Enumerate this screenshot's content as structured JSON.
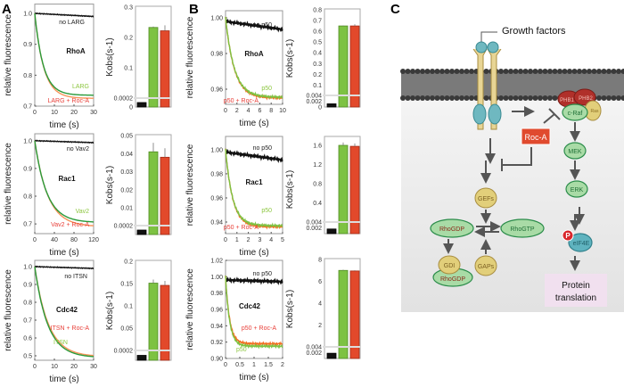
{
  "panel_labels": [
    "A",
    "B",
    "C"
  ],
  "colors": {
    "black": "#111111",
    "green": "#7dc242",
    "green_line": "#2a9a3a",
    "red": "#e2492b",
    "orange": "#f7945a",
    "roc_box": "#e04a2e"
  },
  "chart_data": [
    {
      "id": "A-RhoA-trace",
      "type": "line",
      "panel": "A",
      "title": "RhoA",
      "xlabel": "time (s)",
      "ylabel": "relative fluorescence",
      "xlim": [
        0,
        30
      ],
      "ylim": [
        0.7,
        1.03
      ],
      "xticks": [
        "0",
        "10",
        "20",
        "30"
      ],
      "yticks": [
        "0.7",
        "0.8",
        "0.9",
        "1.0"
      ],
      "xtickvals": [
        0,
        10,
        20,
        30
      ],
      "ytickvals": [
        0.7,
        0.8,
        0.9,
        1.0
      ],
      "series": [
        {
          "name": "no LARG",
          "color": "#111111",
          "start": 1.0,
          "end": 0.99,
          "k": 0,
          "label_color": "#222222"
        },
        {
          "name": "LARG",
          "color": "#2a9a3a",
          "start": 1.0,
          "end": 0.735,
          "k": 0.23,
          "label_color": "#8cc63f"
        },
        {
          "name": "LARG + Roc-A",
          "color": "#f7945a",
          "start": 1.0,
          "end": 0.725,
          "k": 0.22,
          "label_color": "#e8403a"
        }
      ]
    },
    {
      "id": "A-RhoA-kobs",
      "type": "bar",
      "panel": "A",
      "ylabel": "Kobs(s-1)",
      "yticks": [
        "0",
        "0.0002",
        "0.1",
        "0.2",
        "0.3"
      ],
      "break": 0.0002,
      "top": 0.3,
      "upper_ticks": [
        0.1,
        0.2,
        0.3
      ],
      "categories": [
        "none",
        "LARG",
        "LARG + Roc-A"
      ],
      "values": [
        0.0001,
        0.233,
        0.222
      ],
      "errors": [
        0,
        0.003,
        0.018
      ]
    },
    {
      "id": "A-Rac1-trace",
      "type": "line",
      "panel": "A",
      "title": "Rac1",
      "xlabel": "time (s)",
      "ylabel": "relative fluorescence",
      "xlim": [
        0,
        120
      ],
      "ylim": [
        0.665,
        1.025
      ],
      "xticks": [
        "0",
        "40",
        "80",
        "120"
      ],
      "xtickvals": [
        0,
        40,
        80,
        120
      ],
      "yticks": [
        "0.7",
        "0.8",
        "0.9",
        "1.0"
      ],
      "ytickvals": [
        0.7,
        0.8,
        0.9,
        1.0
      ],
      "series": [
        {
          "name": "no Vav2",
          "color": "#111111",
          "start": 1.0,
          "end": 0.993,
          "k": 0,
          "label_color": "#222222"
        },
        {
          "name": "Vav2",
          "color": "#2a9a3a",
          "start": 1.0,
          "end": 0.705,
          "k": 0.041,
          "label_color": "#8cc63f"
        },
        {
          "name": "Vav2 + Roc-A",
          "color": "#f7945a",
          "start": 1.0,
          "end": 0.69,
          "k": 0.038,
          "label_color": "#e8403a"
        }
      ]
    },
    {
      "id": "A-Rac1-kobs",
      "type": "bar",
      "panel": "A",
      "ylabel": "Kobs(s-1)",
      "yticks": [
        "0.0002",
        "0.01",
        "0.02",
        "0.03",
        "0.04",
        "0.05"
      ],
      "break": 0.0002,
      "top": 0.05,
      "upper_ticks": [
        0.01,
        0.02,
        0.03,
        0.04,
        0.05
      ],
      "categories": [
        "none",
        "Vav2",
        "Vav2 + Roc-A"
      ],
      "values": [
        0.0001,
        0.041,
        0.038
      ],
      "errors": [
        0,
        0.005,
        0.005
      ]
    },
    {
      "id": "A-Cdc42-trace",
      "type": "line",
      "panel": "A",
      "title": "Cdc42",
      "xlabel": "time (s)",
      "ylabel": "relative fluorescence",
      "xlim": [
        0,
        30
      ],
      "ylim": [
        0.475,
        1.035
      ],
      "xticks": [
        "0",
        "10",
        "20",
        "30"
      ],
      "xtickvals": [
        0,
        10,
        20,
        30
      ],
      "yticks": [
        "0.5",
        "0.6",
        "0.7",
        "0.8",
        "0.9",
        "1.0"
      ],
      "ytickvals": [
        0.5,
        0.6,
        0.7,
        0.8,
        0.9,
        1.0
      ],
      "series": [
        {
          "name": "no ITSN",
          "color": "#111111",
          "start": 1.0,
          "end": 0.99,
          "k": 0,
          "label_color": "#222222"
        },
        {
          "name": "ITSN",
          "color": "#2a9a3a",
          "start": 1.0,
          "end": 0.49,
          "k": 0.152,
          "label_color": "#8cc63f"
        },
        {
          "name": "ITSN + Roc-A",
          "color": "#f7945a",
          "start": 1.0,
          "end": 0.495,
          "k": 0.146,
          "label_color": "#e8403a"
        }
      ]
    },
    {
      "id": "A-Cdc42-kobs",
      "type": "bar",
      "panel": "A",
      "ylabel": "Kobs(s-1)",
      "yticks": [
        "0.0002",
        "0.05",
        "0.1",
        "0.15",
        "0.2"
      ],
      "break": 0.0002,
      "top": 0.2,
      "upper_ticks": [
        0.05,
        0.1,
        0.15,
        0.2
      ],
      "categories": [
        "none",
        "ITSN",
        "ITSN + Roc-A"
      ],
      "values": [
        0.0001,
        0.151,
        0.146
      ],
      "errors": [
        0,
        0.008,
        0.01
      ]
    },
    {
      "id": "B-RhoA-trace",
      "type": "line",
      "panel": "B",
      "title": "RhoA",
      "xlabel": "time (s)",
      "ylabel": "relative fluorescence",
      "xlim": [
        0,
        10
      ],
      "ylim": [
        0.9515,
        1.004
      ],
      "xticks": [
        "0",
        "2",
        "4",
        "6",
        "8",
        "10"
      ],
      "xtickvals": [
        0,
        2,
        4,
        6,
        8,
        10
      ],
      "yticks": [
        "0.96",
        "0.98",
        "1.00"
      ],
      "ytickvals": [
        0.96,
        0.98,
        1.0
      ],
      "series": [
        {
          "name": "no p50",
          "color": "#111111",
          "start": 0.998,
          "end": 0.9935,
          "k": 0,
          "label_color": "#222222"
        },
        {
          "name": "p50",
          "color": "#7dc242",
          "start": 1.0,
          "end": 0.9555,
          "k": 0.65,
          "label_color": "#8cc63f"
        },
        {
          "name": "p50 + Roc-A",
          "color": "#f36f21",
          "start": 1.0,
          "end": 0.955,
          "k": 0.65,
          "label_color": "#e8403a"
        }
      ]
    },
    {
      "id": "B-RhoA-kobs",
      "type": "bar",
      "panel": "B",
      "ylabel": "Kobs(s-1)",
      "yticks": [
        "0",
        "0.002",
        "0.004",
        "0.1",
        "0.2",
        "0.3",
        "0.4",
        "0.5",
        "0.6",
        "0.7",
        "0.8"
      ],
      "break": 0.004,
      "top": 0.8,
      "upper_ticks": [
        0.1,
        0.2,
        0.3,
        0.4,
        0.5,
        0.6,
        0.7,
        0.8
      ],
      "categories": [
        "none",
        "p50",
        "p50 + Roc-A"
      ],
      "values": [
        0.0011,
        0.65,
        0.65
      ],
      "errors": [
        0,
        0.005,
        0.015
      ]
    },
    {
      "id": "B-Rac1-trace",
      "type": "line",
      "panel": "B",
      "title": "Rac1",
      "xlabel": "time (s)",
      "ylabel": "relative fluorescence",
      "xlim": [
        0,
        5
      ],
      "ylim": [
        0.9304,
        1.011
      ],
      "xticks": [
        "0",
        "1",
        "2",
        "3",
        "4",
        "5"
      ],
      "xtickvals": [
        0,
        1,
        2,
        3,
        4,
        5
      ],
      "yticks": [
        "0.94",
        "0.96",
        "0.98",
        "1.00"
      ],
      "ytickvals": [
        0.94,
        0.96,
        0.98,
        1.0
      ],
      "series": [
        {
          "name": "no p50",
          "color": "#111111",
          "start": 0.998,
          "end": 0.9915,
          "k": 0,
          "label_color": "#222222"
        },
        {
          "name": "p50",
          "color": "#7dc242",
          "start": 1.0,
          "end": 0.937,
          "k": 1.6,
          "label_color": "#8cc63f"
        },
        {
          "name": "p50 + Roc-A",
          "color": "#f36f21",
          "start": 1.0,
          "end": 0.936,
          "k": 1.58,
          "label_color": "#e8403a"
        }
      ]
    },
    {
      "id": "B-Rac1-kobs",
      "type": "bar",
      "panel": "B",
      "ylabel": "Kobs(s-1)",
      "yticks": [
        "0.002",
        "0.004",
        "0.4",
        "0.8",
        "1.2",
        "1.6"
      ],
      "break": 0.004,
      "top": 1.6,
      "upper_ticks": [
        0.4,
        0.8,
        1.2,
        1.6
      ],
      "categories": [
        "none",
        "p50",
        "p50 + Roc-A"
      ],
      "values": [
        0.0016,
        1.6,
        1.58
      ],
      "errors": [
        0,
        0.06,
        0.06
      ]
    },
    {
      "id": "B-Cdc42-trace",
      "type": "line",
      "panel": "B",
      "title": "Cdc42",
      "xlabel": "time (s)",
      "ylabel": "relative fluorescence",
      "xlim": [
        0,
        2
      ],
      "ylim": [
        0.9,
        1.02
      ],
      "xticks": [
        "0",
        "0.5",
        "1",
        "1.5",
        "2"
      ],
      "xtickvals": [
        0,
        0.5,
        1,
        1.5,
        2
      ],
      "yticks": [
        "0.90",
        "0.92",
        "0.94",
        "0.96",
        "0.98",
        "1.00",
        "1.02"
      ],
      "ytickvals": [
        0.9,
        0.92,
        0.94,
        0.96,
        0.98,
        1.0,
        1.02
      ],
      "series": [
        {
          "name": "no p50",
          "color": "#111111",
          "start": 0.996,
          "end": 0.994,
          "k": 0,
          "label_color": "#222222"
        },
        {
          "name": "p50",
          "color": "#7dc242",
          "start": 1.0,
          "end": 0.915,
          "k": 7.0,
          "label_color": "#8cc63f"
        },
        {
          "name": "p50 + Roc-A",
          "color": "#f36f21",
          "start": 1.0,
          "end": 0.918,
          "k": 6.9,
          "label_color": "#e8403a"
        }
      ]
    },
    {
      "id": "B-Cdc42-kobs",
      "type": "bar",
      "panel": "B",
      "ylabel": "Kobs(s-1)",
      "yticks": [
        "0.002",
        "0.004",
        "2",
        "4",
        "6",
        "8"
      ],
      "break": 0.004,
      "top": 8,
      "upper_ticks": [
        2,
        4,
        6,
        8
      ],
      "categories": [
        "none",
        "p50",
        "p50 + Roc-A"
      ],
      "values": [
        0.0018,
        7.0,
        6.95
      ],
      "errors": [
        0,
        0.06,
        0.06
      ]
    }
  ],
  "diagram": {
    "growth_factors": "Growth factors",
    "roc_a": "Roc-A",
    "phb1": "PHB1",
    "phb2": "PHB2",
    "ras": "Ras",
    "c_raf": "c-Raf",
    "mek": "MEK",
    "erk": "ERK",
    "p": "P",
    "eif4e": "eIF4E",
    "protein_translation_line1": "Protein",
    "protein_translation_line2": "translation",
    "gefs": "GEFs",
    "gaps": "GAPs",
    "gdi": "GDI",
    "rhogdp": "RhoGDP",
    "rhogdp_bound": "RhoGDP",
    "rhogtp": "RhoGTP"
  }
}
